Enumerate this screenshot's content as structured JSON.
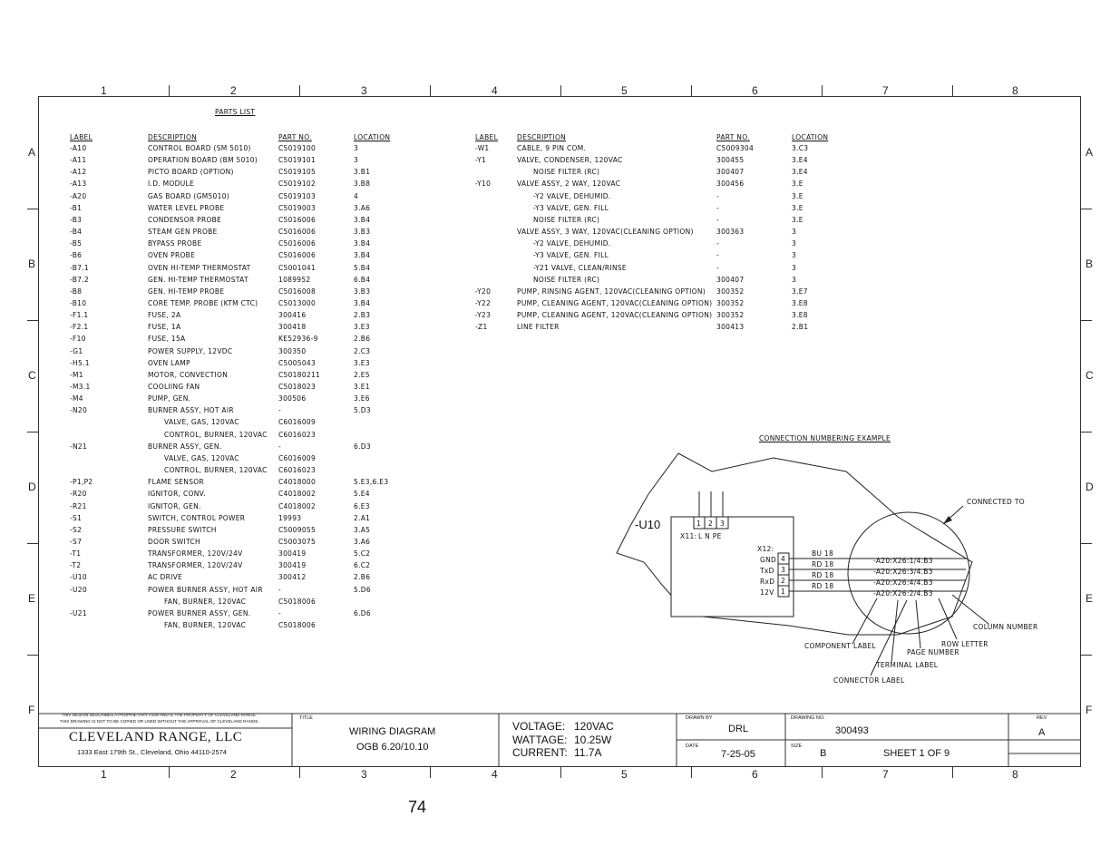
{
  "columns": [
    "1",
    "2",
    "3",
    "4",
    "5",
    "6",
    "7",
    "8"
  ],
  "rows": [
    "A",
    "B",
    "C",
    "D",
    "E",
    "F"
  ],
  "parts_list_title": "PARTS LIST",
  "left_headers": {
    "label": "LABEL",
    "description": "DESCRIPTION",
    "part_no": "PART NO.",
    "location": "LOCATION"
  },
  "left_parts": [
    {
      "label": "-A10",
      "desc": "CONTROL BOARD (SM 5010)",
      "part": "C5019100",
      "loc": "3"
    },
    {
      "label": "-A11",
      "desc": "OPERATION BOARD (BM 5010)",
      "part": "C5019101",
      "loc": "3"
    },
    {
      "label": "-A12",
      "desc": "PICTO BOARD (OPTION)",
      "part": "C5019105",
      "loc": "3.B1"
    },
    {
      "label": "-A13",
      "desc": "I.D. MODULE",
      "part": "C5019102",
      "loc": "3.B8"
    },
    {
      "label": "-A20",
      "desc": "GAS BOARD (GM5010)",
      "part": "C5019103",
      "loc": "4"
    },
    {
      "label": "-B1",
      "desc": "WATER LEVEL PROBE",
      "part": "C5019003",
      "loc": "3.A6"
    },
    {
      "label": "-B3",
      "desc": "CONDENSOR PROBE",
      "part": "C5016006",
      "loc": "3.B4"
    },
    {
      "label": "-B4",
      "desc": "STEAM GEN PROBE",
      "part": "C5016006",
      "loc": "3.B3"
    },
    {
      "label": "-B5",
      "desc": "BYPASS PROBE",
      "part": "C5016006",
      "loc": "3.B4"
    },
    {
      "label": "-B6",
      "desc": "OVEN PROBE",
      "part": "C5016006",
      "loc": "3.B4"
    },
    {
      "label": "-B7.1",
      "desc": "OVEN HI-TEMP THERMOSTAT",
      "part": "C5001041",
      "loc": "5.B4"
    },
    {
      "label": "-B7.2",
      "desc": "GEN. HI-TEMP THERMOSTAT",
      "part": "1089952",
      "loc": "6.B4"
    },
    {
      "label": "-B8",
      "desc": "GEN. HI-TEMP PROBE",
      "part": "C5016008",
      "loc": "3.B3"
    },
    {
      "label": "-B10",
      "desc": "CORE TEMP. PROBE (KTM CTC)",
      "part": "C5013000",
      "loc": "3.B4"
    },
    {
      "label": "-F1.1",
      "desc": "FUSE, 2A",
      "part": "300416",
      "loc": "2.B3"
    },
    {
      "label": "-F2.1",
      "desc": "FUSE, 1A",
      "part": "300418",
      "loc": "3.E3"
    },
    {
      "label": "-F10",
      "desc": "FUSE, 15A",
      "part": "KE52936-9",
      "loc": "2.B6"
    },
    {
      "label": "-G1",
      "desc": "POWER SUPPLY, 12VDC",
      "part": "300350",
      "loc": "2.C3"
    },
    {
      "label": "-H5.1",
      "desc": "OVEN LAMP",
      "part": "C5005043",
      "loc": "3.E3"
    },
    {
      "label": "-M1",
      "desc": "MOTOR, CONVECTION",
      "part": "C50180211",
      "loc": "2.E5"
    },
    {
      "label": "-M3.1",
      "desc": "COOLIING FAN",
      "part": "C5018023",
      "loc": "3.E1"
    },
    {
      "label": "-M4",
      "desc": "PUMP, GEN.",
      "part": "300506",
      "loc": "3.E6"
    },
    {
      "label": "-N20",
      "desc": "BURNER ASSY, HOT AIR",
      "part": "-",
      "loc": "5.D3"
    },
    {
      "label": "",
      "desc": "VALVE, GAS, 120VAC",
      "part": "C6016009",
      "loc": "",
      "indent": true
    },
    {
      "label": "",
      "desc": "CONTROL, BURNER, 120VAC",
      "part": "C6016023",
      "loc": "",
      "indent": true
    },
    {
      "label": "-N21",
      "desc": "BURNER ASSY, GEN.",
      "part": "-",
      "loc": "6.D3"
    },
    {
      "label": "",
      "desc": "VALVE, GAS, 120VAC",
      "part": "C6016009",
      "loc": "",
      "indent": true
    },
    {
      "label": "",
      "desc": "CONTROL, BURNER, 120VAC",
      "part": "C6016023",
      "loc": "",
      "indent": true
    },
    {
      "label": "-P1,P2",
      "desc": "FLAME SENSOR",
      "part": "C4018000",
      "loc": "5.E3,6.E3"
    },
    {
      "label": "-R20",
      "desc": "IGNITOR, CONV.",
      "part": "C4018002",
      "loc": "5.E4"
    },
    {
      "label": "-R21",
      "desc": "IGNITOR, GEN.",
      "part": "C4018002",
      "loc": "6.E3"
    },
    {
      "label": "-S1",
      "desc": "SWITCH, CONTROL POWER",
      "part": "19993",
      "loc": "2.A1"
    },
    {
      "label": "-S2",
      "desc": "PRESSURE SWITCH",
      "part": "C5009055",
      "loc": "3.A5"
    },
    {
      "label": "-S7",
      "desc": "DOOR SWITCH",
      "part": "C5003075",
      "loc": "3.A6"
    },
    {
      "label": "-T1",
      "desc": "TRANSFORMER, 120V/24V",
      "part": "300419",
      "loc": "5.C2"
    },
    {
      "label": "-T2",
      "desc": "TRANSFORMER, 120V/24V",
      "part": "300419",
      "loc": "6.C2"
    },
    {
      "label": "-U10",
      "desc": "AC DRIVE",
      "part": "300412",
      "loc": "2.B6"
    },
    {
      "label": "-U20",
      "desc": "POWER BURNER ASSY, HOT AIR",
      "part": "-",
      "loc": "5.D6"
    },
    {
      "label": "",
      "desc": "FAN, BURNER, 120VAC",
      "part": "C5018006",
      "loc": "",
      "indent": true
    },
    {
      "label": "-U21",
      "desc": "POWER BURNER ASSY, GEN.",
      "part": "-",
      "loc": "6.D6"
    },
    {
      "label": "",
      "desc": "FAN, BURNER, 120VAC",
      "part": "C5018006",
      "loc": "",
      "indent": true
    }
  ],
  "right_headers": {
    "label": "LABEL",
    "description": "DESCRIPTION",
    "part_no": "PART NO.",
    "location": "LOCATION"
  },
  "right_parts": [
    {
      "label": "-W1",
      "desc": "CABLE, 9 PIN COM.",
      "part": "C5009304",
      "loc": "3.C3"
    },
    {
      "label": "-Y1",
      "desc": "VALVE, CONDENSER, 120VAC",
      "part": "300455",
      "loc": "3.E4"
    },
    {
      "label": "",
      "desc": "NOISE FILTER (RC)",
      "part": "300407",
      "loc": "3.E4",
      "indent": true
    },
    {
      "label": "-Y10",
      "desc": "VALVE ASSY, 2 WAY, 120VAC",
      "part": "300456",
      "loc": "3.E"
    },
    {
      "label": "",
      "desc": "-Y2 VALVE, DEHUMID.",
      "part": "-",
      "loc": "3.E",
      "indent": true
    },
    {
      "label": "",
      "desc": "-Y3 VALVE, GEN. FILL",
      "part": "-",
      "loc": "3.E",
      "indent": true
    },
    {
      "label": "",
      "desc": "NOISE FILTER (RC)",
      "part": "-",
      "loc": "3.E",
      "indent": true
    },
    {
      "label": "",
      "desc": "VALVE ASSY, 3 WAY, 120VAC(CLEANING OPTION)",
      "part": "300363",
      "loc": "3"
    },
    {
      "label": "",
      "desc": "-Y2 VALVE, DEHUMID.",
      "part": "-",
      "loc": "3",
      "indent": true
    },
    {
      "label": "",
      "desc": "-Y3 VALVE, GEN. FILL",
      "part": "-",
      "loc": "3",
      "indent": true
    },
    {
      "label": "",
      "desc": "-Y21 VALVE, CLEAN/RINSE",
      "part": "-",
      "loc": "3",
      "indent": true
    },
    {
      "label": "",
      "desc": "NOISE FILTER (RC)",
      "part": "300407",
      "loc": "3",
      "indent": true
    },
    {
      "label": "-Y20",
      "desc": "PUMP, RINSING AGENT, 120VAC(CLEANING OPTION)",
      "part": "300352",
      "loc": "3.E7"
    },
    {
      "label": "-Y22",
      "desc": "PUMP, CLEANING AGENT, 120VAC(CLEANING OPTION)",
      "part": "300352",
      "loc": "3.E8"
    },
    {
      "label": "-Y23",
      "desc": "PUMP, CLEANING AGENT, 120VAC(CLEANING OPTION)",
      "part": "300352",
      "loc": "3.E8"
    },
    {
      "label": "-Z1",
      "desc": "LINE FILTER",
      "part": "300413",
      "loc": "2.B1"
    }
  ],
  "example": {
    "title": "CONNECTION NUMBERING EXAMPLE",
    "device": "-U10",
    "x11_label": "X11:",
    "x11_pins": [
      "1",
      "2",
      "3"
    ],
    "x11_names": "L  N  PE",
    "x12_label": "X12:",
    "x12_signals": [
      "GND",
      "TxD",
      "RxD",
      "12V"
    ],
    "x12_pins": [
      "4",
      "3",
      "2",
      "1"
    ],
    "wires": [
      "BU 18",
      "RD 18",
      "RD 18",
      "RD 18"
    ],
    "refs": [
      "-A20:X26:1/4.B3",
      "-A20:X26:3/4.B3",
      "-A20:X26:4/4.B3",
      "-A20:X26:2/4.B3"
    ],
    "callouts": {
      "connected_to": "CONNECTED TO",
      "column_number": "COLUMN NUMBER",
      "row_letter": "ROW LETTER",
      "page_number": "PAGE NUMBER",
      "component_label": "COMPONENT LABEL",
      "terminal_label": "TERMINAL LABEL",
      "connector_label": "CONNECTOR LABEL"
    }
  },
  "title_block": {
    "disclaimer1": "THIS DESIGN DESCRIBES A PROPRIETARY ITEM AND IS THE PROPERTY OF CLEVELAND RANGE.",
    "disclaimer2": "THIS DRAWING IS NOT TO BE COPIED OR USED WITHOUT THE APPROVAL OF CLEVELAND RANGE.",
    "company": "CLEVELAND RANGE, LLC",
    "address": "1333 East 179th St., Cleveland, Ohio 44110-2574",
    "title_caption": "TITLE",
    "title1": "WIRING DIAGRAM",
    "title2": "OGB 6.20/10.10",
    "voltage_label": "VOLTAGE:",
    "voltage": "120VAC",
    "wattage_label": "WATTAGE:",
    "wattage": "10.25W",
    "current_label": "CURRENT:",
    "current": "11.7A",
    "drawn_by_caption": "DRAWN BY",
    "drawn_by": "DRL",
    "date_caption": "DATE",
    "date": "7-25-05",
    "drawing_no_caption": "DRAWING NO.",
    "drawing_no": "300493",
    "size_caption": "SIZE",
    "size": "B",
    "sheet": "SHEET  1   OF  9",
    "rev_caption": "REV",
    "rev": "A"
  },
  "page_number": "74"
}
